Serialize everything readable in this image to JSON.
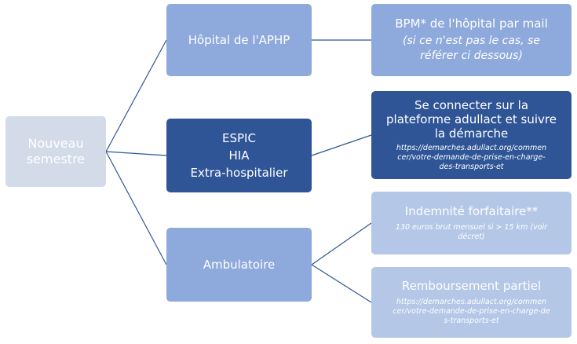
{
  "root": {
    "lines": [
      "Nouveau",
      "semestre"
    ]
  },
  "level1": {
    "aphp": {
      "label": "Hôpital de l'APHP"
    },
    "espic": {
      "lines": [
        "ESPIC",
        "HIA",
        "Extra-hospitalier"
      ]
    },
    "ambulatoire": {
      "label": "Ambulatoire"
    }
  },
  "level2": {
    "bpm": {
      "title": "BPM* de l'hôpital par mail",
      "note_lines": [
        "(si ce n'est pas le cas, se",
        "référer ci dessous)"
      ]
    },
    "adullact": {
      "title_lines": [
        "Se connecter sur la",
        "plateforme adullact et suivre",
        "la démarche"
      ],
      "url_lines": [
        "https://demarches.adullact.org/commen",
        "cer/votre-demande-de-prise-en-charge-",
        "des-transports-et"
      ]
    },
    "indemnite": {
      "title": "Indemnité forfaitaire**",
      "note_lines": [
        "130 euros brut mensuel si > 15 km (voir",
        "décret)"
      ]
    },
    "remboursement": {
      "title": "Remboursement partiel",
      "url_lines": [
        "https://demarches.adullact.org/commen",
        "cer/votre-demande-de-prise-en-charge-de",
        "s-transports-et"
      ]
    }
  },
  "colors": {
    "root": "#d3dbe9",
    "light": "#8ea9db",
    "dark": "#2f5597",
    "pale": "#b4c7e7",
    "connector": "#2f5597"
  }
}
